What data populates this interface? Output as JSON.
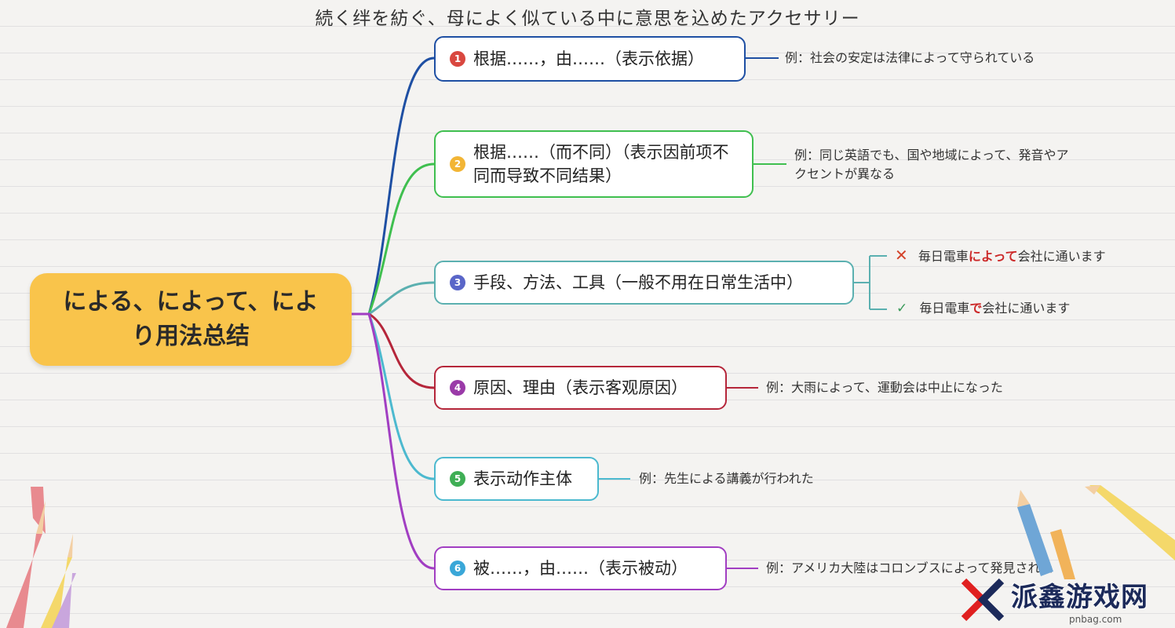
{
  "title": "続く绊を紡ぐ、母によく似ている中に意思を込めたアクセサリー",
  "root": {
    "label": "による、によって、により用法总结",
    "color": "#f9c44b"
  },
  "branches": [
    {
      "num": "1",
      "label": "根据……，由……（表示依据）",
      "color": "#1e4fa3",
      "example": "例：社会の安定は法律によって守られている"
    },
    {
      "num": "2",
      "label": "根据……（而不同）（表示因前项不同而导致不同结果）",
      "color": "#3fbf4f",
      "example": "例：同じ英語でも、国や地域によって、発音やアクセントが異なる"
    },
    {
      "num": "3",
      "label": "手段、方法、工具（一般不用在日常生活中）",
      "color": "#5bb0b0",
      "examples": [
        {
          "mark": "✕",
          "pre": "毎日電車",
          "highlight": "によって",
          "post": "会社に通います"
        },
        {
          "mark": "✓",
          "pre": "毎日電車",
          "highlight": "で",
          "post": "会社に通います"
        }
      ]
    },
    {
      "num": "4",
      "label": "原因、理由（表示客观原因）",
      "color": "#b5263a",
      "example": "例：大雨によって、運動会は中止になった"
    },
    {
      "num": "5",
      "label": "表示动作主体",
      "color": "#4cb9cf",
      "example": "例：先生による講義が行われた"
    },
    {
      "num": "6",
      "label": "被……，由……（表示被动）",
      "color": "#a13ec2",
      "example": "例：アメリカ大陸はコロンブスによって発見された"
    }
  ],
  "badge_colors": [
    "#d9473f",
    "#f2b535",
    "#5a66c8",
    "#9a3aa8",
    "#3fae55",
    "#3aa7d8"
  ],
  "watermark": {
    "text": "派鑫游戏网",
    "sub": "pnbag.com"
  }
}
